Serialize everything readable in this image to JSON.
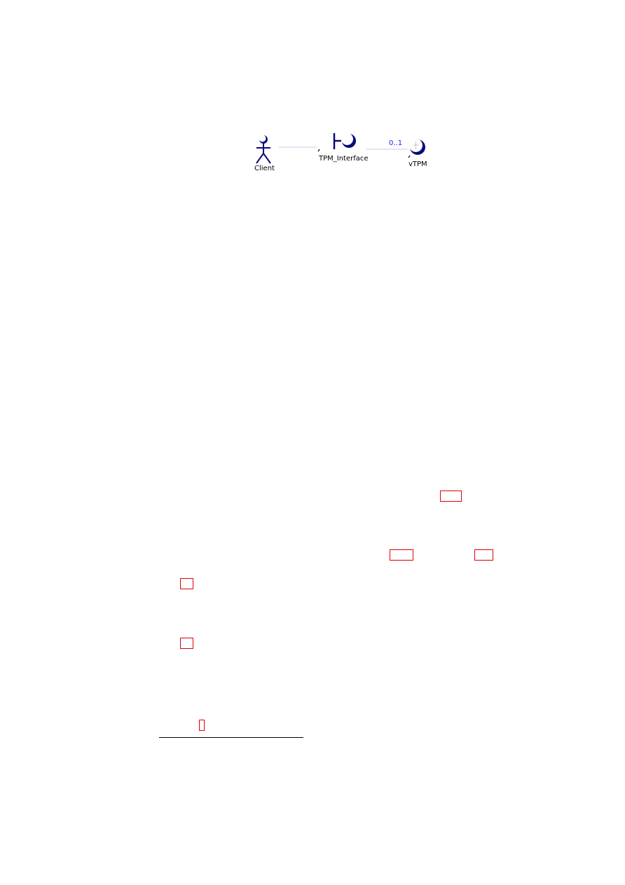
{
  "diagram": {
    "nodes": {
      "client": {
        "label": "Client",
        "kind": "actor"
      },
      "interface": {
        "label": "TPM_Interface",
        "kind": "boundary"
      },
      "vtpm": {
        "label": "vTPM",
        "kind": "control"
      }
    },
    "edges": [
      {
        "from": "Client",
        "to": "TPM_Interface",
        "multiplicity": ""
      },
      {
        "from": "TPM_Interface",
        "to": "vTPM",
        "multiplicity": "0..1"
      }
    ],
    "colors": {
      "icon_fill": "#0a0a78",
      "line": "#c8c8e6",
      "multiplicity": "#1a1aff",
      "reference_box": "#e00000"
    }
  }
}
